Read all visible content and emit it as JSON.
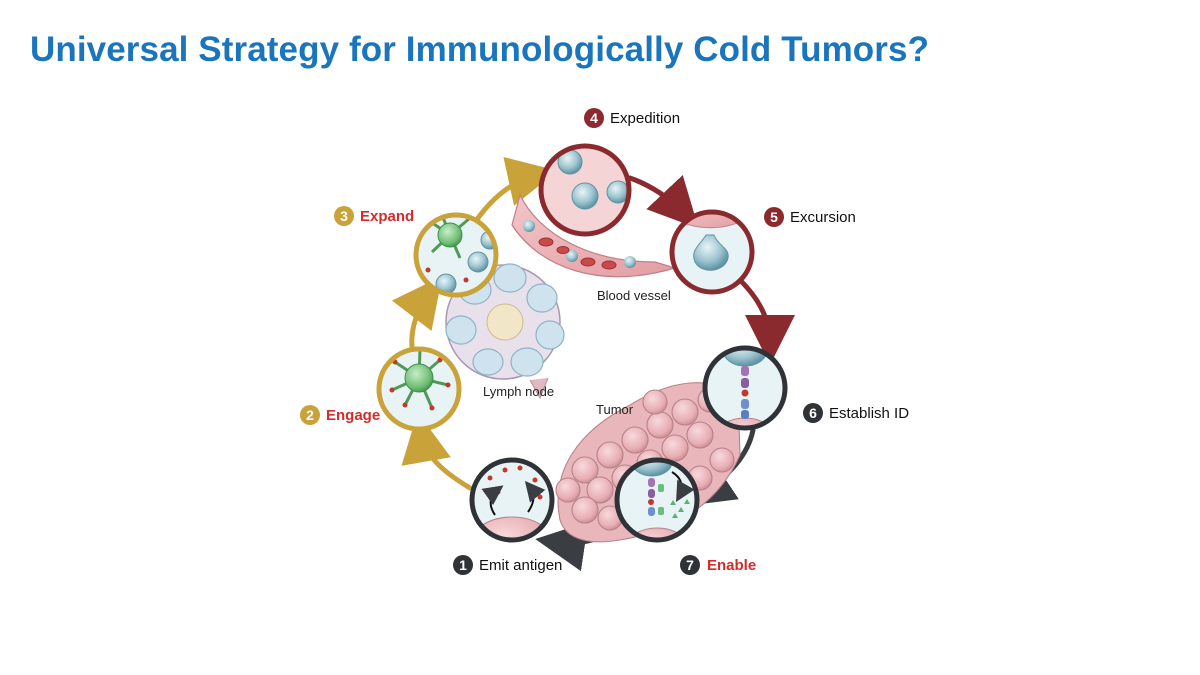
{
  "slide": {
    "title": "Universal Strategy for Immunologically Cold Tumors?"
  },
  "colors": {
    "title": "#1a75bc",
    "step_gold": "#c9a23a",
    "step_maroon": "#8b2a2e",
    "step_dark": "#2f3236",
    "emphasis_red": "#d42b2b"
  },
  "steps": [
    {
      "number": "1",
      "label": "Emit antigen",
      "emphasis": false
    },
    {
      "number": "2",
      "label": "Engage",
      "emphasis": true
    },
    {
      "number": "3",
      "label": "Expand",
      "emphasis": true
    },
    {
      "number": "4",
      "label": "Expedition",
      "emphasis": false
    },
    {
      "number": "5",
      "label": "Excursion",
      "emphasis": false
    },
    {
      "number": "6",
      "label": "Establish ID",
      "emphasis": false
    },
    {
      "number": "7",
      "label": "Enable",
      "emphasis": true
    }
  ],
  "annotations": {
    "blood_vessel": "Blood vessel",
    "lymph_node": "Lymph node",
    "tumor": "Tumor"
  },
  "icons": [
    "dendritic-cell-icon",
    "t-cell-icon",
    "tumor-cell-icon",
    "lymph-node-icon",
    "blood-vessel-icon"
  ]
}
